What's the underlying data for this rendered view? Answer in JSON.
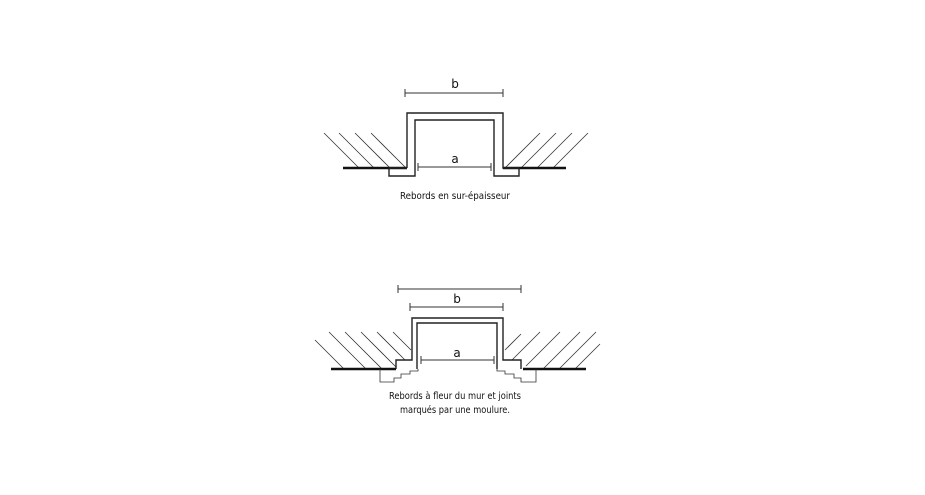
{
  "diagram_top": {
    "dim_outer": "b",
    "dim_inner": "a",
    "caption": "Rebords en sur-épaisseur"
  },
  "diagram_bottom": {
    "dim_outer": "b",
    "dim_inner": "a",
    "caption_line1": "Rebords à fleur du mur et joints",
    "caption_line2": "marqués par une moulure."
  }
}
